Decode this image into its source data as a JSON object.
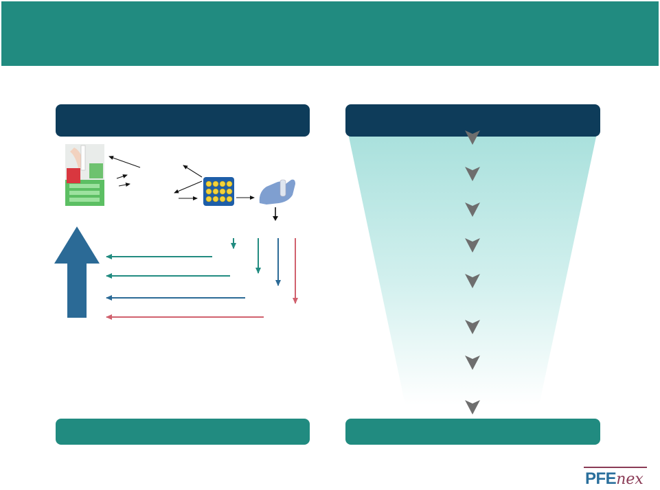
{
  "colors": {
    "header": "#218b80",
    "panel_head": "#0e3c5a",
    "panel_foot": "#218b80",
    "teal_arrow": "#218b80",
    "blue_arrow": "#2b6a96",
    "red_arrow": "#d0606d",
    "funnel_top": "#a8e0dc",
    "chevron": "#6e6e6e"
  },
  "logo": {
    "part_bold": "PFE",
    "part_italic": "nex"
  },
  "icons": {
    "photo_1": "pipette-tube-rack-icon",
    "photo_2": "sample-plate-icon",
    "photo_3": "gloved-hand-vial-icon",
    "big_up_arrow": "up-arrow-icon",
    "funnel_steps": "chevron-down-icon"
  },
  "funnel": {
    "step_count": 8
  }
}
